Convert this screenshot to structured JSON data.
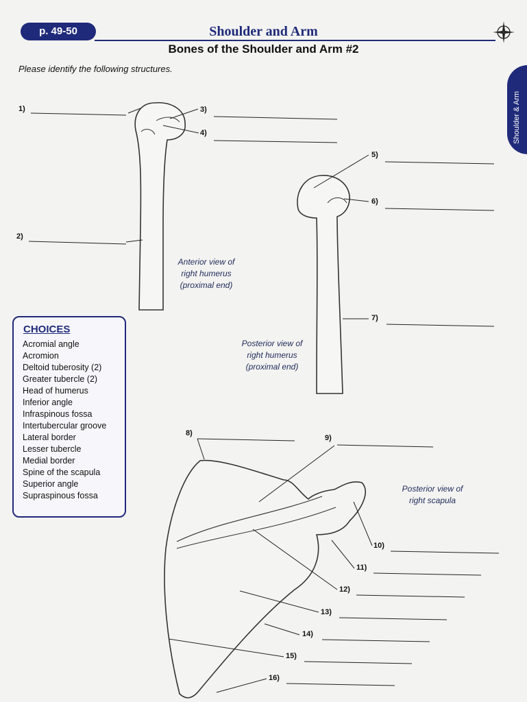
{
  "header": {
    "page_ref": "p. 49-50",
    "title": "Shoulder and Arm",
    "subtitle": "Bones of the Shoulder and Arm #2",
    "side_tab": "Shoulder & Arm"
  },
  "instructions": "Please identify the following structures.",
  "labels": [
    "1)",
    "2)",
    "3)",
    "4)",
    "5)",
    "6)",
    "7)",
    "8)",
    "9)",
    "10)",
    "11)",
    "12)",
    "13)",
    "14)",
    "15)",
    "16)"
  ],
  "captions": {
    "anterior_humerus": [
      "Anterior view of",
      "right humerus",
      "(proximal end)"
    ],
    "posterior_humerus": [
      "Posterior view of",
      "right humerus",
      "(proximal end)"
    ],
    "posterior_scapula": [
      "Posterior view of",
      "right scapula"
    ]
  },
  "choices": {
    "title": "CHOICES",
    "items": [
      "Acromial angle",
      "Acromion",
      "Deltoid tuberosity (2)",
      "Greater tubercle (2)",
      "Head of humerus",
      "Inferior angle",
      "Infraspinous fossa",
      "Intertubercular groove",
      "Lateral border",
      "Lesser tubercle",
      "Medial border",
      "Spine of the scapula",
      "Superior angle",
      "Supraspinous fossa"
    ]
  },
  "colors": {
    "accent": "#1f2a7a",
    "caption": "#1f2a5a"
  },
  "icons": {
    "compass": "compass-rose-icon"
  }
}
